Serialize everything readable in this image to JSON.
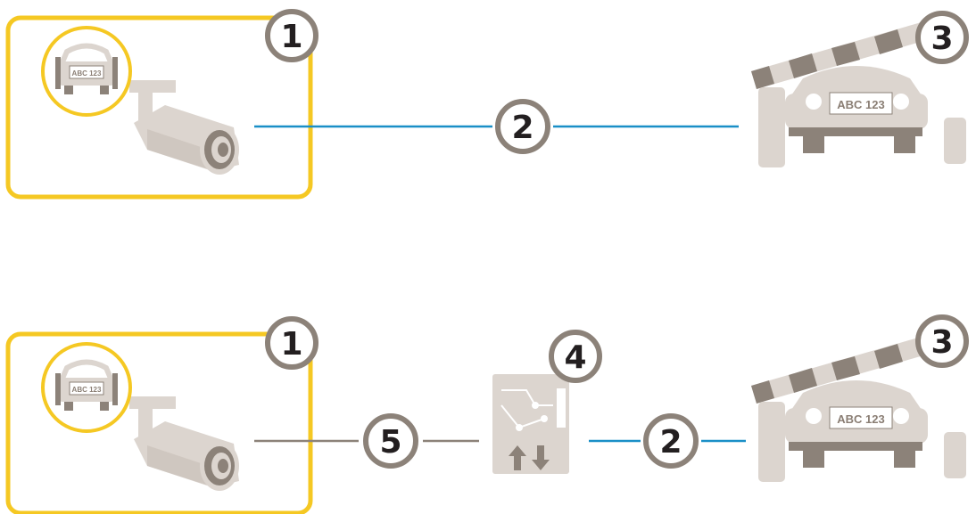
{
  "colors": {
    "highlight": "#f5c823",
    "connection_network": "#1a8fc7",
    "connection_wired": "#8c8279",
    "device_light": "#dcd5cf",
    "device_dark": "#8c8279",
    "marker_stroke": "#8c8279",
    "marker_text": "#231f20"
  },
  "icons": [
    "lpr-camera-icon",
    "license-plate-icon",
    "barrier-gate-icon",
    "car-icon",
    "io-relay-module-icon"
  ],
  "top_diagram": {
    "camera_marker": "1",
    "connection_marker": "2",
    "gate_marker": "3",
    "camera_plate_text": "ABC 123",
    "car_plate_text": "ABC 123"
  },
  "bottom_diagram": {
    "camera_marker": "1",
    "wired_marker": "5",
    "relay_marker": "4",
    "connection_marker": "2",
    "gate_marker": "3",
    "camera_plate_text": "ABC 123",
    "car_plate_text": "ABC 123"
  }
}
